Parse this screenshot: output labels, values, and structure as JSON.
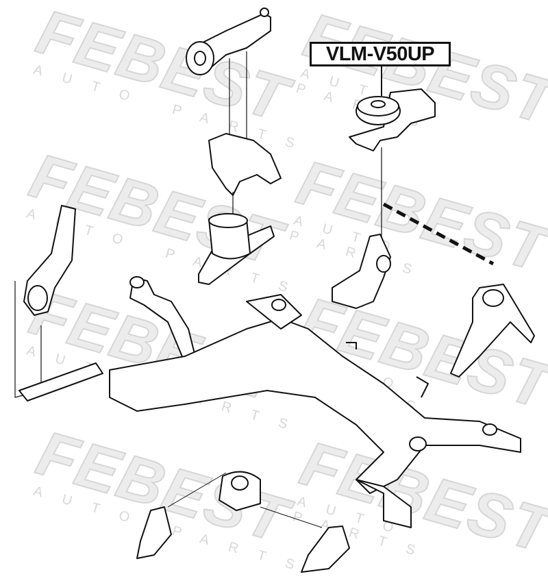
{
  "part_label": "VLM-V50UP",
  "watermark": {
    "brand": "FEBEST",
    "sub": "AUTO PARTS"
  },
  "colors": {
    "line": "#111111",
    "watermark": "#e4e4e4"
  }
}
